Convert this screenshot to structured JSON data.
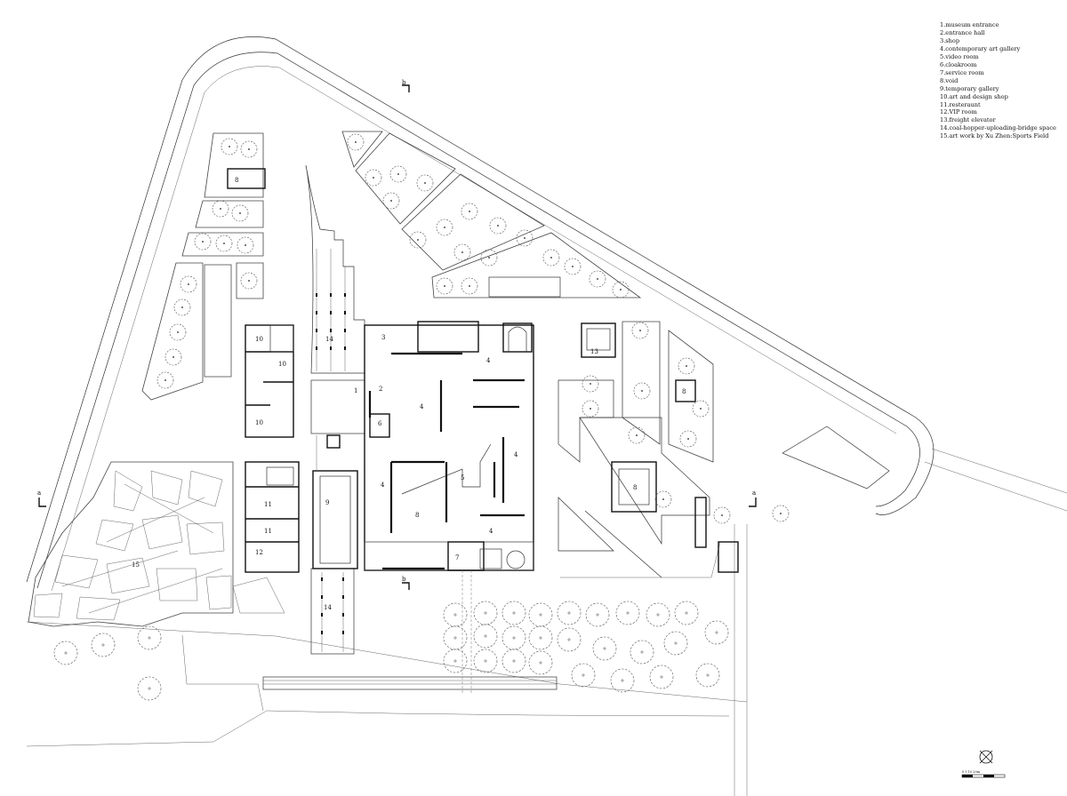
{
  "legend": {
    "items": [
      "1.museum entrance",
      "2.entrance hall",
      "3.shop",
      "4.contemporary art gallery",
      "5.video room",
      "6.cloakroom",
      "7.service room",
      "8.void",
      "9.temporary gallery",
      "10.art and design shop",
      "11.resteraunt",
      "12.VIP room",
      "13.freight elevator",
      "14.coal-hopper-uploading-bridge space",
      "15.art work by Xu Zhen:Sports Field"
    ]
  },
  "plan": {
    "room_labels": {
      "entrance": "1",
      "hall": "2",
      "shop": "3",
      "gallery_a": "4",
      "gallery_b": "4",
      "gallery_c": "4",
      "gallery_d": "4",
      "gallery_e": "4",
      "video": "5",
      "cloak": "6",
      "service": "7",
      "void_center": "8",
      "void_ne": "8",
      "void_e": "8",
      "void_nw": "8",
      "temp": "9",
      "shop_a": "10",
      "shop_b": "10",
      "shop_c": "10",
      "rest_a": "11",
      "rest_b": "11",
      "vip": "12",
      "freight": "13",
      "bridge_n": "14",
      "bridge_s": "14",
      "artwork": "15"
    },
    "section_marks": {
      "n": "b",
      "s": "b",
      "w": "a",
      "e": "a"
    },
    "scale_label": "0  5  10  20m",
    "colors": {
      "ink": "#111111",
      "line": "#333333",
      "paper": "#ffffff"
    },
    "icons": [
      "north-arrow-icon",
      "tree-icon"
    ]
  }
}
